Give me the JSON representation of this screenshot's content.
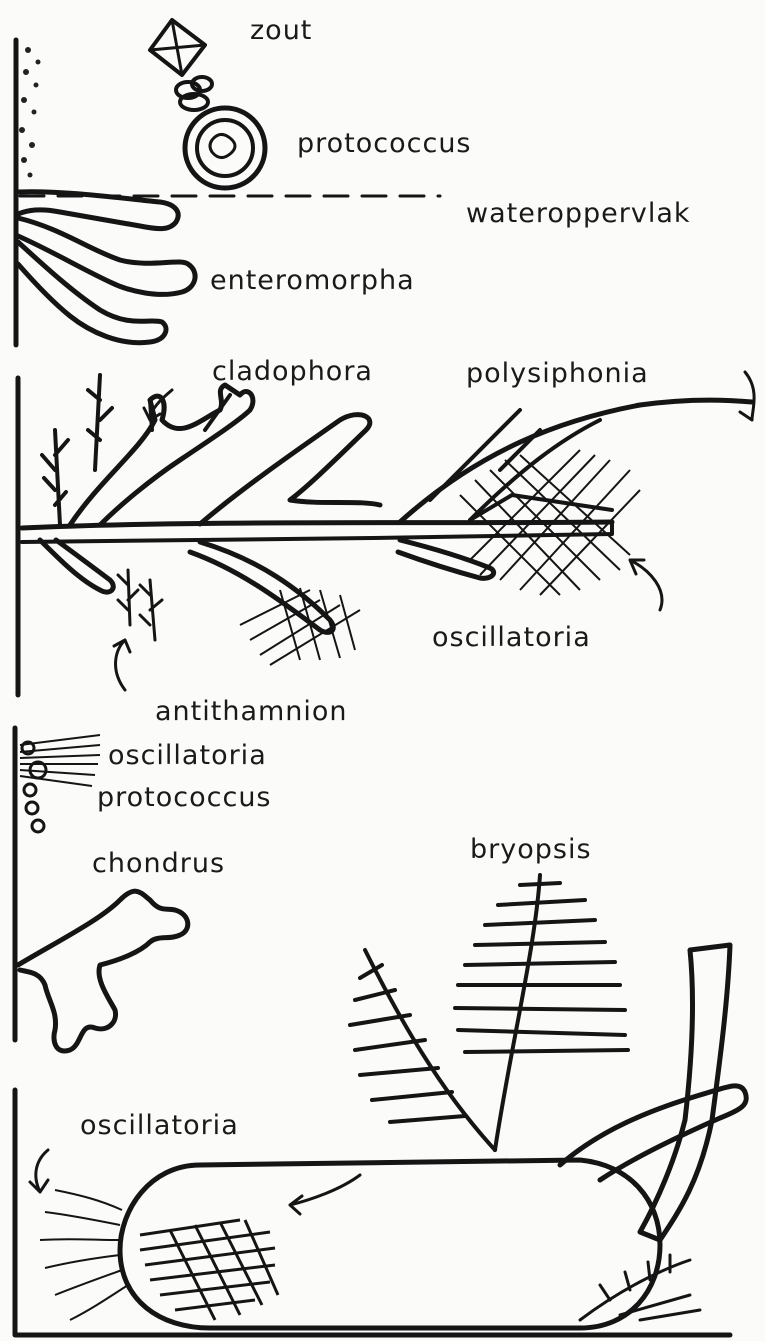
{
  "panel1": {
    "zout": "zout",
    "protococcus": "protococcus",
    "wateroppervlak": "wateroppervlak",
    "enteromorpha": "enteromorpha"
  },
  "panel2": {
    "cladophora": "cladophora",
    "polysiphonia": "polysiphonia",
    "oscillatoria": "oscillatoria",
    "antithamnion": "antithamnion"
  },
  "panel3": {
    "oscillatoria": "oscillatoria",
    "protococcus": "protococcus",
    "chondrus": "chondrus",
    "bryopsis": "bryopsis"
  },
  "panel4": {
    "oscillatoria": "oscillatoria"
  },
  "colors": {
    "ink": "#151515",
    "paper": "#fbfbf9"
  }
}
